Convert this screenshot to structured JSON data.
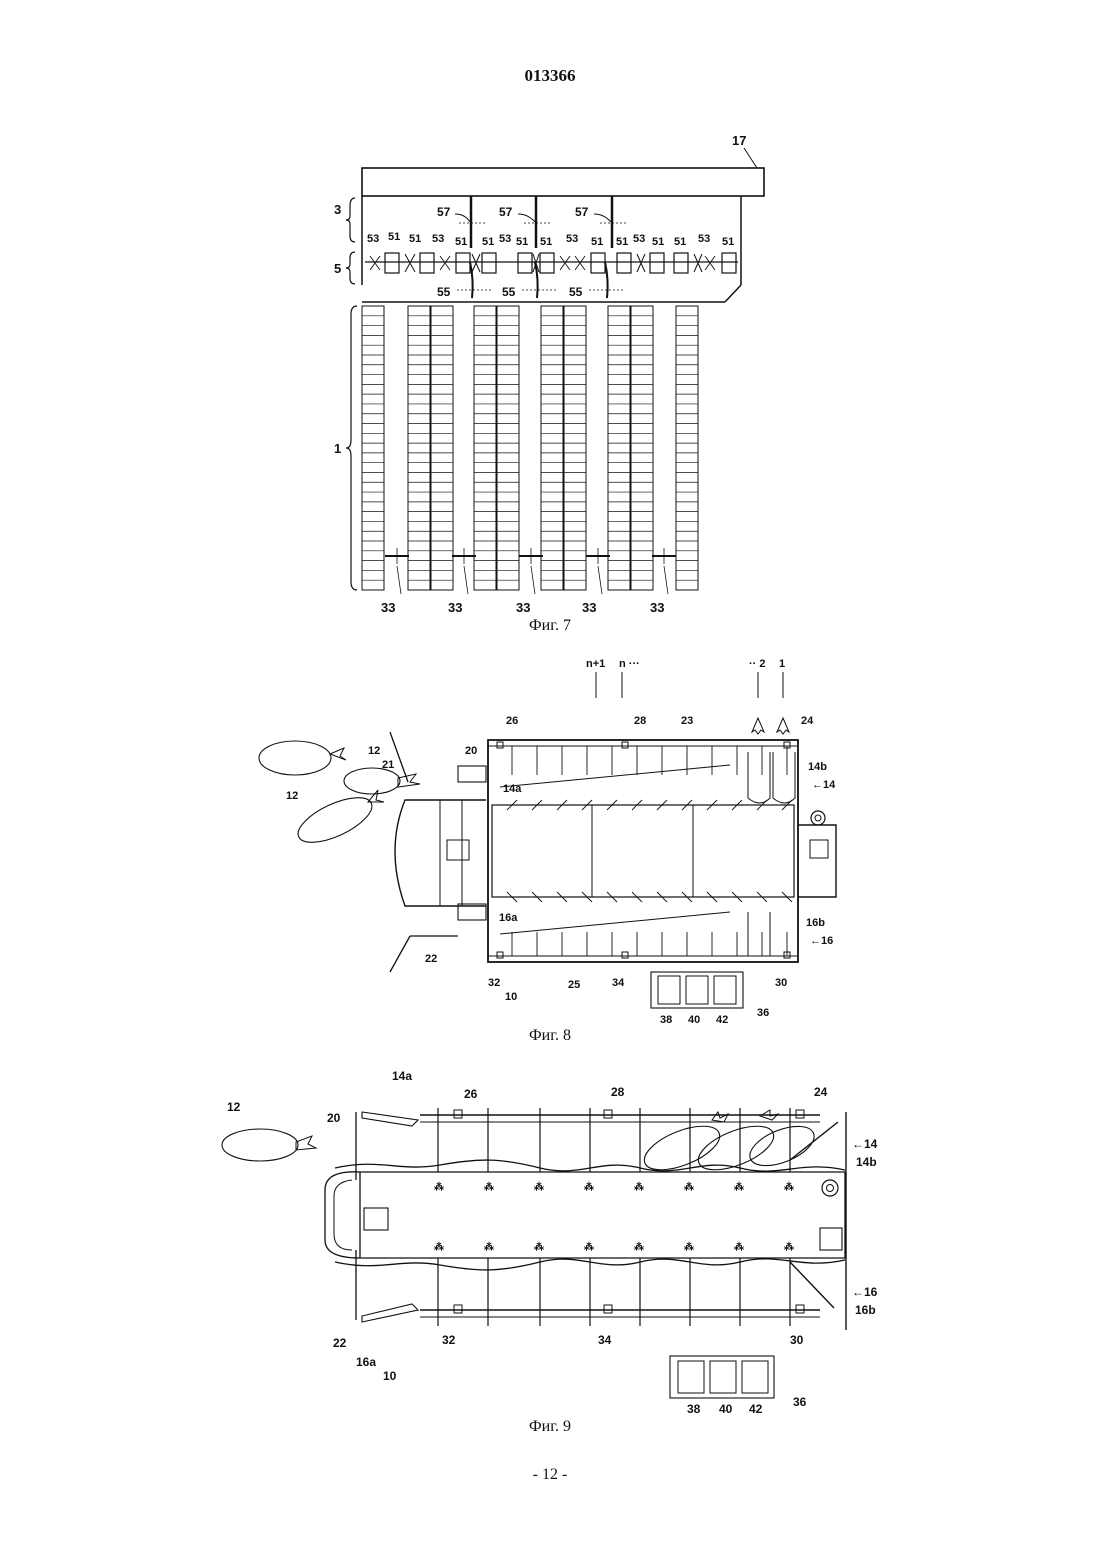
{
  "header": {
    "doc_number": "013366"
  },
  "figures": [
    {
      "caption": "Фиг. 7",
      "labels": {
        "l17": "17",
        "l3": "3",
        "l5": "5",
        "l1": "1",
        "l57": "57",
        "l51": "51",
        "l53": "53",
        "l55": "55",
        "l33": "33"
      }
    },
    {
      "caption": "Фиг. 8",
      "labels": {
        "n1": "n+1",
        "n": "n ···",
        "two": "·· 2",
        "one": "1",
        "l26": "26",
        "l28": "28",
        "l23": "23",
        "l24": "24",
        "l20": "20",
        "l21": "21",
        "l12": "12",
        "l14a": "14a",
        "l14b": "14b",
        "l14": "←14",
        "l16a": "16a",
        "l16b": "16b",
        "l16": "←16",
        "l22": "22",
        "l32": "32",
        "l25": "25",
        "l34": "34",
        "l30": "30",
        "l10": "10",
        "l38": "38",
        "l40": "40",
        "l42": "42",
        "l36": "36"
      }
    },
    {
      "caption": "Фиг. 9",
      "labels": {
        "l14a": "14a",
        "l26": "26",
        "l28": "28",
        "l24": "24",
        "l12": "12",
        "l20": "20",
        "l14": "←14",
        "l14b": "14b",
        "l16": "←16",
        "l16b": "16b",
        "l22": "22",
        "l16a": "16a",
        "l32": "32",
        "l34": "34",
        "l30": "30",
        "l10": "10",
        "l38": "38",
        "l40": "40",
        "l42": "42",
        "l36": "36"
      }
    }
  ],
  "footer": {
    "page": "- 12 -"
  }
}
